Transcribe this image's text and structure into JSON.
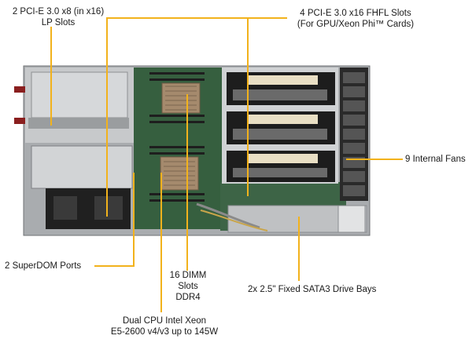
{
  "labels": {
    "lp_slots_line1": "2 PCI-E 3.0 x8 (in x16)",
    "lp_slots_line2": "LP Slots",
    "fhfl_line1": "4 PCI-E 3.0 x16 FHFL Slots",
    "fhfl_line2": "(For GPU/Xeon Phi™ Cards)",
    "fans": "9 Internal  Fans",
    "superdom": "2 SuperDOM Ports",
    "dimm_line1": "16 DIMM",
    "dimm_line2": "Slots",
    "dimm_line3": "DDR4",
    "drive_bays": "2x 2.5\" Fixed SATA3 Drive Bays",
    "cpu_line1": "Dual CPU Intel  Xeon",
    "cpu_line2": "E5-2600 v4/v3 up to 145W"
  },
  "colors": {
    "leader_line": "#f2b21c",
    "chassis_metal": "#b9bcbf",
    "motherboard": "#2f5b3a",
    "gpu_card": "#1d1d1d"
  }
}
